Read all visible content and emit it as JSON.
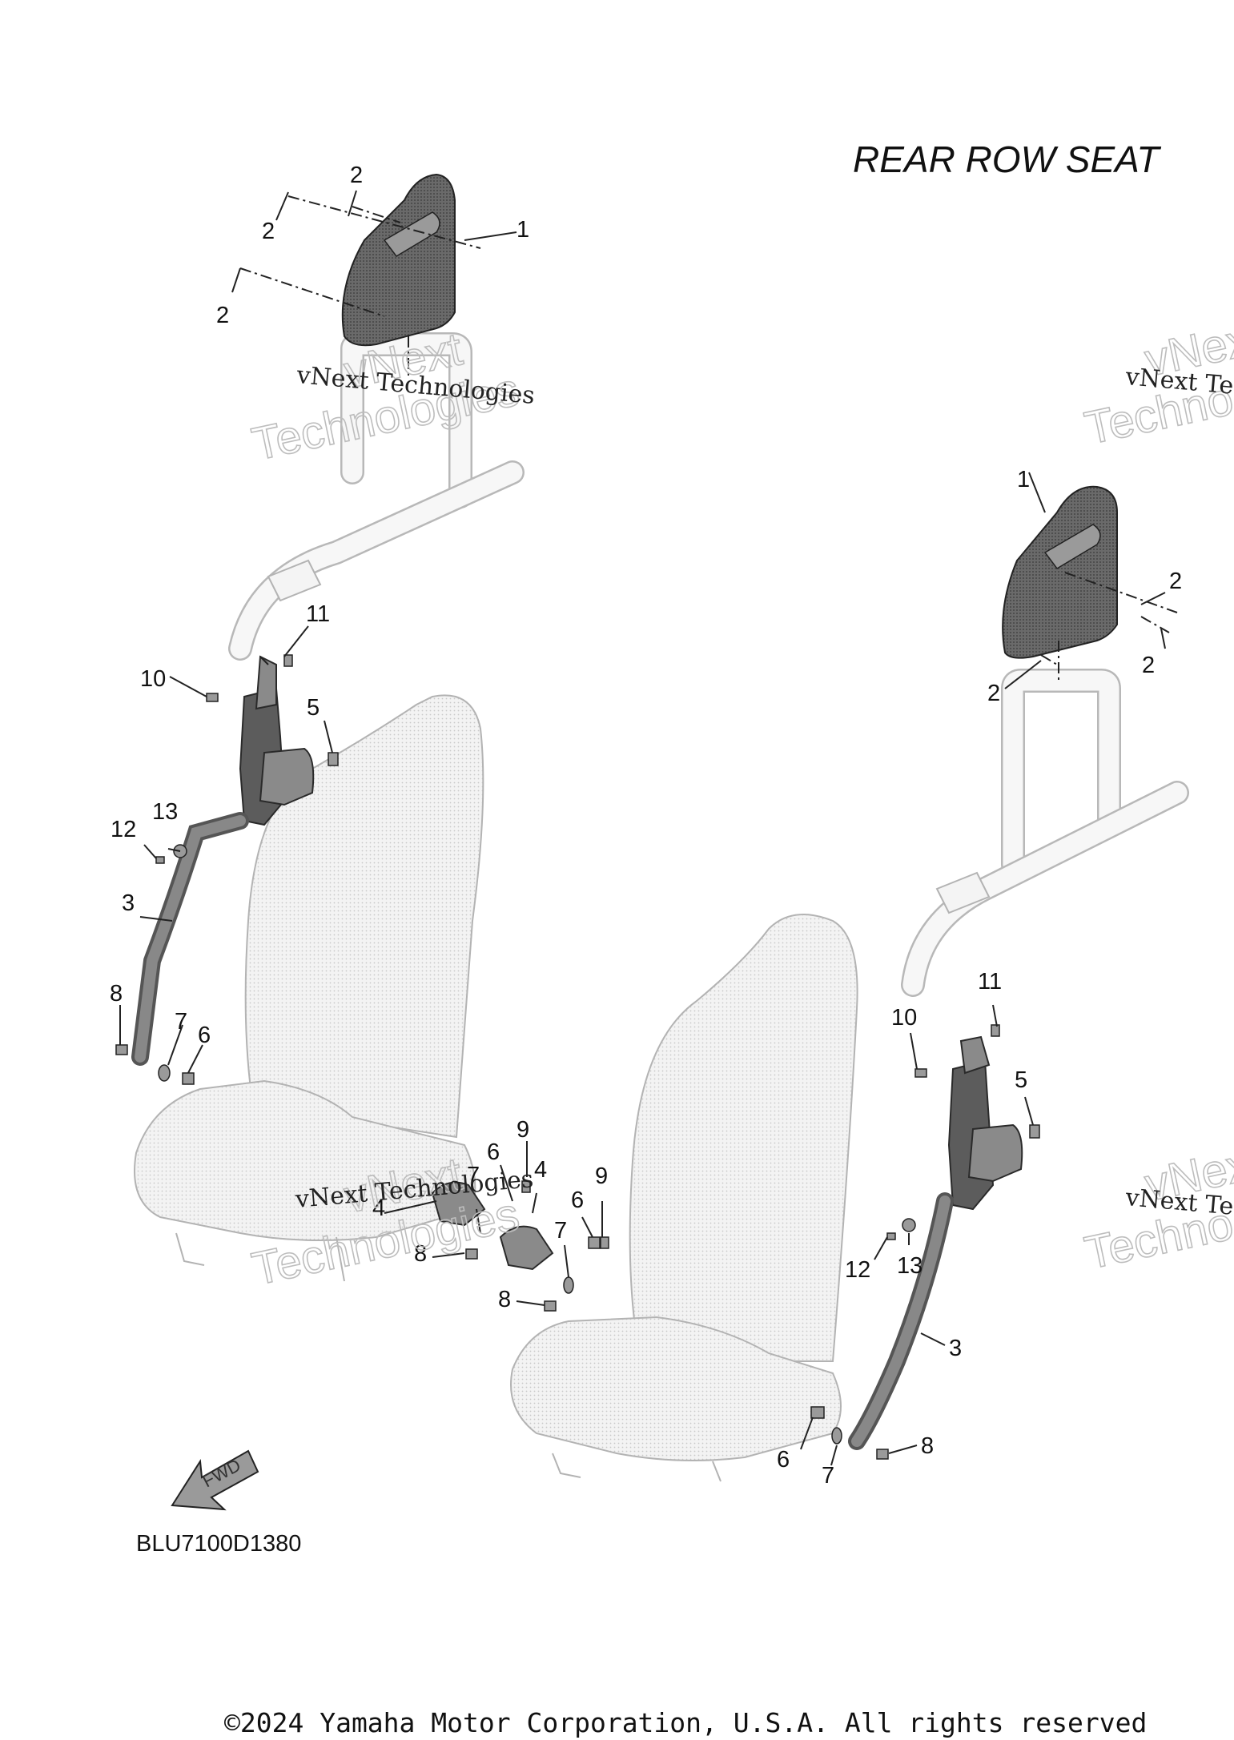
{
  "title": "REAR ROW SEAT",
  "diagram_code": "BLU7100D1380",
  "copyright": "©2024 Yamaha Motor Corporation, U.S.A. All rights reserved",
  "fwd_label": "FWD",
  "watermark": {
    "serif_text": "vNext Technologies",
    "serif_text_clipped": "vNext Tec",
    "hollow_line1": "vNext",
    "hollow_line2": "Technologies",
    "hollow_line2_clipped": "Techno"
  },
  "callouts": {
    "left": {
      "headrest": "1",
      "pin_a": "2",
      "pin_b": "2",
      "pin_c": "2",
      "bolt_11": "11",
      "bolt_10": "10",
      "bolt_5": "5",
      "bolt_13": "13",
      "bolt_12": "12",
      "belt_3": "3",
      "bolt_8": "8",
      "washer_7": "7",
      "collar_6": "6"
    },
    "center": {
      "bolt_9a": "9",
      "collar_6a": "6",
      "washer_7a": "7",
      "buckle_4": "4",
      "buckle_4b": "4",
      "bolt_8a": "8",
      "bolt_9b": "9",
      "collar_6b": "6",
      "washer_7b": "7",
      "bolt_8b": "8"
    },
    "right": {
      "headrest": "1",
      "pin_a": "2",
      "pin_b": "2",
      "pin_c": "2",
      "bolt_11": "11",
      "bolt_10": "10",
      "bolt_5": "5",
      "bolt_12": "12",
      "bolt_13": "13",
      "belt_3": "3",
      "collar_6": "6",
      "washer_7": "7",
      "bolt_8": "8"
    }
  }
}
